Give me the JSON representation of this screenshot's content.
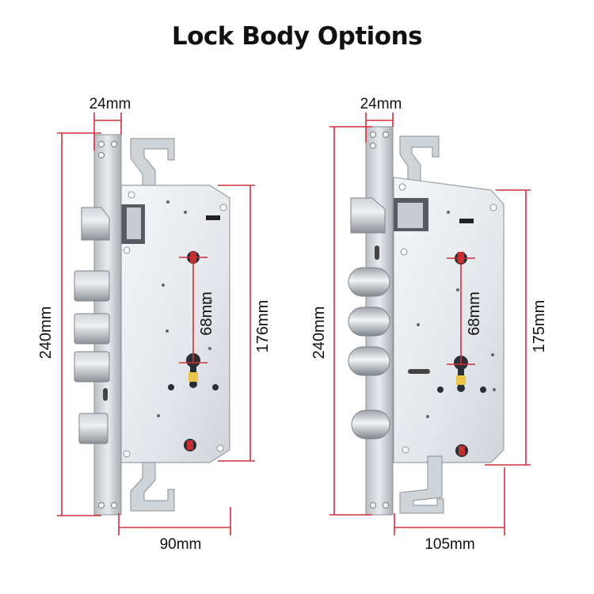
{
  "title": "Lock Body Options",
  "colors": {
    "dimension_line": "#d0303a",
    "steel": "#d9dde2",
    "text": "#111111"
  },
  "locks": [
    {
      "faceplate_width": "24mm",
      "total_height": "240mm",
      "hole_spacing": "68mm",
      "case_height": "176mm",
      "case_depth": "90mm",
      "bolt_style": "square"
    },
    {
      "faceplate_width": "24mm",
      "total_height": "240mm",
      "hole_spacing": "68mm",
      "case_height": "175mm",
      "case_depth": "105mm",
      "bolt_style": "round"
    }
  ]
}
